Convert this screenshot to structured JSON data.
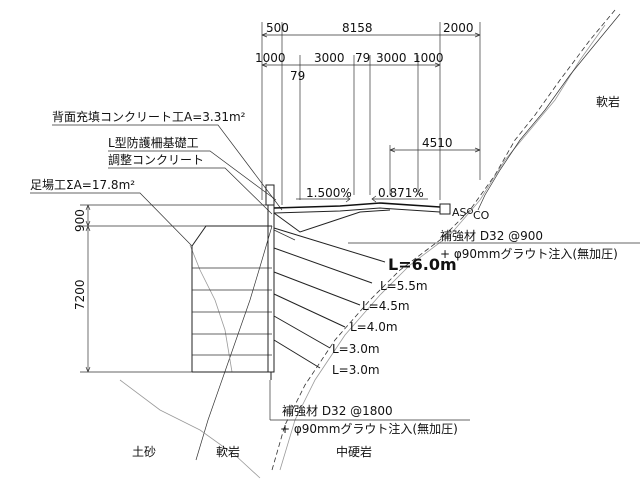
{
  "dimensions": {
    "top": [
      "500",
      "8158",
      "2000"
    ],
    "second": [
      "1000",
      "3000",
      "79",
      "3000",
      "1000"
    ],
    "small_79": "79",
    "mid": "4510",
    "left_900": "900",
    "left_7200": "7200"
  },
  "slopes": {
    "left": "1.500%",
    "right": "0.871%"
  },
  "labels": {
    "back_fill": "背面充填コンクリート工A=3.31m²",
    "l_type": "L型防護柵基礎工",
    "adjust": "調整コンクリート",
    "scaffold": "足場工ΣA=17.8m²",
    "as": "AS",
    "co": "CO"
  },
  "reinforcement": {
    "upper_line1": "補強材 D32 @900",
    "upper_line2": "+ φ90mmグラウト注入(無加圧)",
    "lower_line1": "補強材 D32 @1800",
    "lower_line2": "+ φ90mmグラウト注入(無加圧)"
  },
  "anchors": [
    "L=6.0m",
    "L=5.5m",
    "L=4.5m",
    "L=4.0m",
    "L=3.0m",
    "L=3.0m"
  ],
  "soils": {
    "top_right": "軟岩",
    "sand": "土砂",
    "soft": "軟岩",
    "medium": "中硬岩"
  }
}
